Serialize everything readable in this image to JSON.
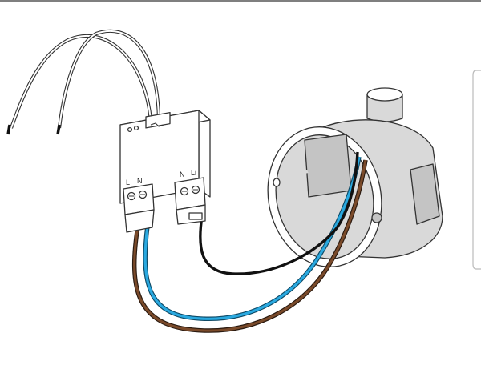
{
  "module": {
    "left_terminal_labels": {
      "l": "L",
      "n": "N"
    },
    "right_terminal_labels": {
      "n": "N",
      "li": "Li"
    }
  },
  "wires": {
    "load_brown": "#7a4a2a",
    "load_blue": "#2aa9e0",
    "load_brown_back": "#7a4a2a",
    "load_blue_back": "#2aa9e0",
    "switched_black": "#111111"
  }
}
